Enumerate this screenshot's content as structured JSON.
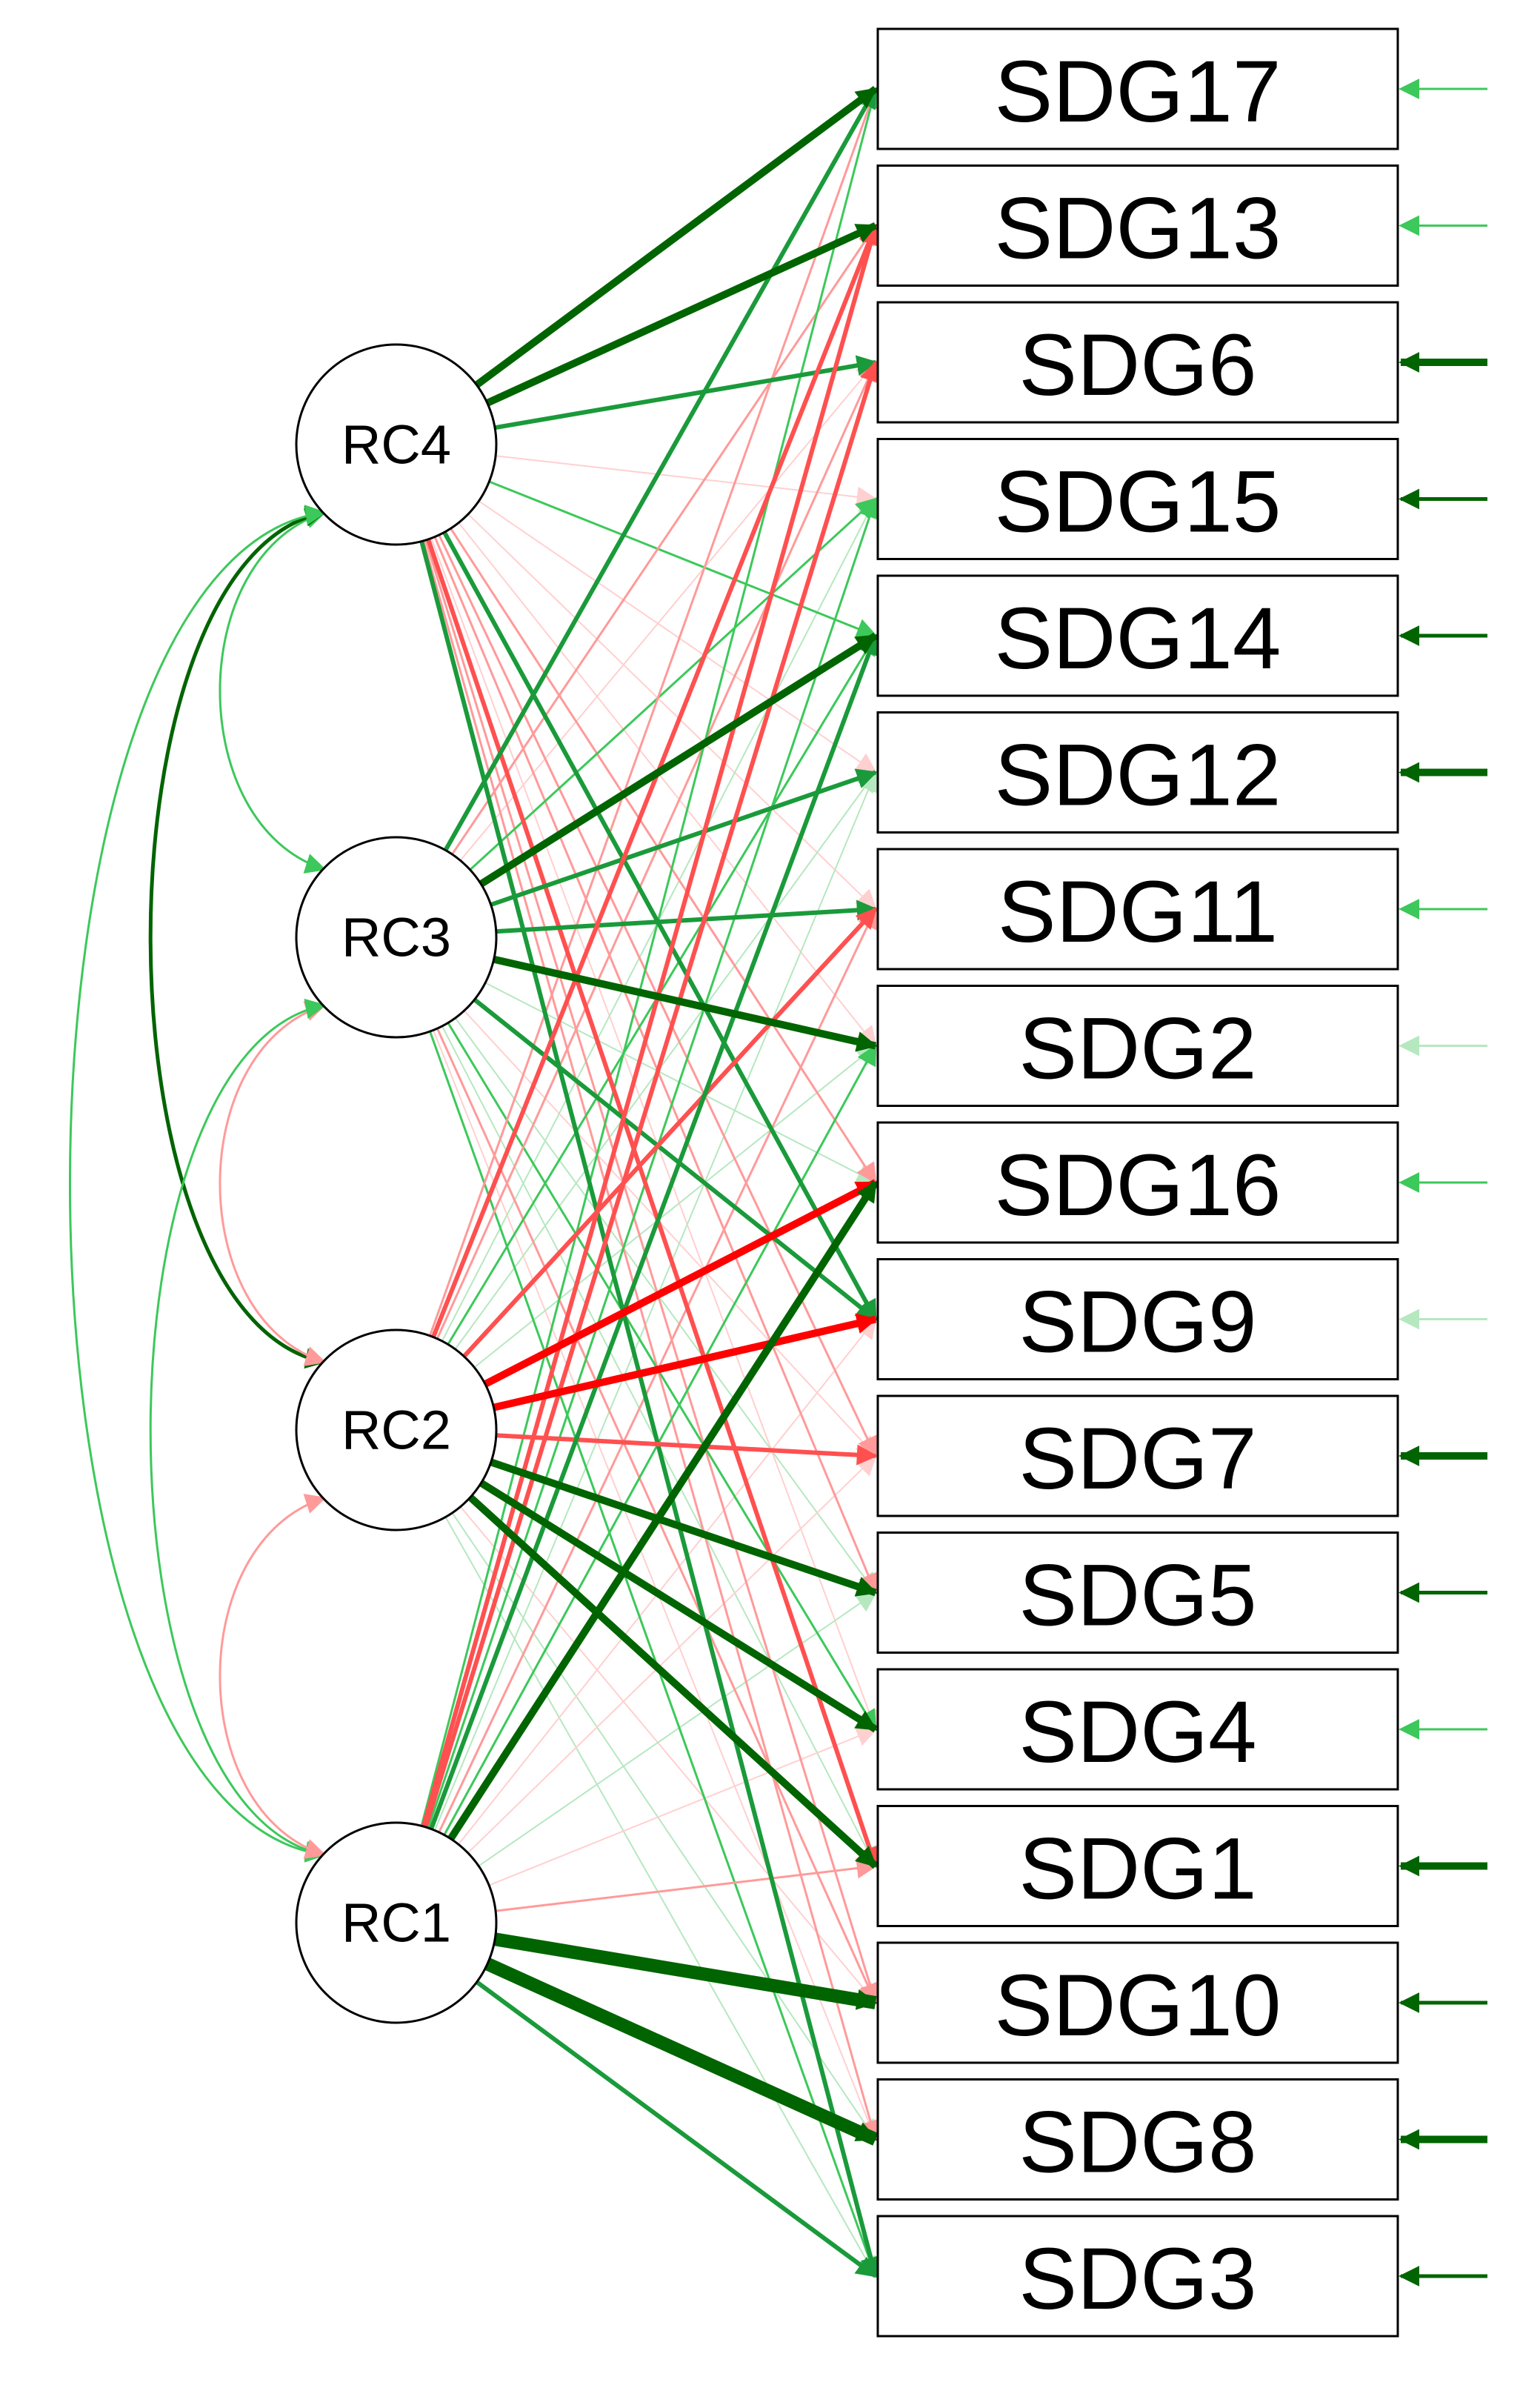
{
  "factors": [
    {
      "id": "RC4",
      "label": "RC4"
    },
    {
      "id": "RC3",
      "label": "RC3"
    },
    {
      "id": "RC2",
      "label": "RC2"
    },
    {
      "id": "RC1",
      "label": "RC1"
    }
  ],
  "indicators": [
    {
      "id": "SDG17",
      "label": "SDG17",
      "residual": "weak"
    },
    {
      "id": "SDG13",
      "label": "SDG13",
      "residual": "weak"
    },
    {
      "id": "SDG6",
      "label": "SDG6",
      "residual": "strong"
    },
    {
      "id": "SDG15",
      "label": "SDG15",
      "residual": "medium"
    },
    {
      "id": "SDG14",
      "label": "SDG14",
      "residual": "medium"
    },
    {
      "id": "SDG12",
      "label": "SDG12",
      "residual": "strong"
    },
    {
      "id": "SDG11",
      "label": "SDG11",
      "residual": "weak"
    },
    {
      "id": "SDG2",
      "label": "SDG2",
      "residual": "faint"
    },
    {
      "id": "SDG16",
      "label": "SDG16",
      "residual": "weak"
    },
    {
      "id": "SDG9",
      "label": "SDG9",
      "residual": "faint"
    },
    {
      "id": "SDG7",
      "label": "SDG7",
      "residual": "strong"
    },
    {
      "id": "SDG5",
      "label": "SDG5",
      "residual": "medium"
    },
    {
      "id": "SDG4",
      "label": "SDG4",
      "residual": "weak"
    },
    {
      "id": "SDG1",
      "label": "SDG1",
      "residual": "strong"
    },
    {
      "id": "SDG10",
      "label": "SDG10",
      "residual": "medium"
    },
    {
      "id": "SDG8",
      "label": "SDG8",
      "residual": "strong"
    },
    {
      "id": "SDG3",
      "label": "SDG3",
      "residual": "medium"
    }
  ],
  "colors": {
    "positive_strong": "#006400",
    "positive_medium": "#1a9a3a",
    "positive_weak": "#3cc85a",
    "positive_faint": "#b6e8c0",
    "negative_strong": "#ff0000",
    "negative_medium": "#ff5050",
    "negative_weak": "#ff9a9a",
    "negative_faint": "#ffd0d0",
    "node_border": "#000000",
    "node_fill": "#ffffff"
  },
  "loadings": [
    {
      "from": "RC4",
      "to": "SDG17",
      "strength": "strong",
      "sign": "positive"
    },
    {
      "from": "RC4",
      "to": "SDG13",
      "strength": "strong",
      "sign": "positive"
    },
    {
      "from": "RC4",
      "to": "SDG6",
      "strength": "medium",
      "sign": "positive"
    },
    {
      "from": "RC4",
      "to": "SDG15",
      "strength": "faint",
      "sign": "negative"
    },
    {
      "from": "RC4",
      "to": "SDG14",
      "strength": "weak",
      "sign": "positive"
    },
    {
      "from": "RC4",
      "to": "SDG12",
      "strength": "faint",
      "sign": "negative"
    },
    {
      "from": "RC4",
      "to": "SDG11",
      "strength": "faint",
      "sign": "negative"
    },
    {
      "from": "RC4",
      "to": "SDG2",
      "strength": "faint",
      "sign": "negative"
    },
    {
      "from": "RC4",
      "to": "SDG16",
      "strength": "weak",
      "sign": "negative"
    },
    {
      "from": "RC4",
      "to": "SDG9",
      "strength": "medium",
      "sign": "positive"
    },
    {
      "from": "RC4",
      "to": "SDG7",
      "strength": "weak",
      "sign": "negative"
    },
    {
      "from": "RC4",
      "to": "SDG5",
      "strength": "weak",
      "sign": "negative"
    },
    {
      "from": "RC4",
      "to": "SDG4",
      "strength": "faint",
      "sign": "negative"
    },
    {
      "from": "RC4",
      "to": "SDG1",
      "strength": "medium",
      "sign": "negative"
    },
    {
      "from": "RC4",
      "to": "SDG10",
      "strength": "weak",
      "sign": "negative"
    },
    {
      "from": "RC4",
      "to": "SDG8",
      "strength": "weak",
      "sign": "negative"
    },
    {
      "from": "RC4",
      "to": "SDG3",
      "strength": "medium",
      "sign": "positive"
    },
    {
      "from": "RC3",
      "to": "SDG17",
      "strength": "medium",
      "sign": "positive"
    },
    {
      "from": "RC3",
      "to": "SDG13",
      "strength": "weak",
      "sign": "negative"
    },
    {
      "from": "RC3",
      "to": "SDG6",
      "strength": "faint",
      "sign": "negative"
    },
    {
      "from": "RC3",
      "to": "SDG15",
      "strength": "weak",
      "sign": "positive"
    },
    {
      "from": "RC3",
      "to": "SDG14",
      "strength": "strong",
      "sign": "positive"
    },
    {
      "from": "RC3",
      "to": "SDG12",
      "strength": "medium",
      "sign": "positive"
    },
    {
      "from": "RC3",
      "to": "SDG11",
      "strength": "medium",
      "sign": "positive"
    },
    {
      "from": "RC3",
      "to": "SDG2",
      "strength": "strong",
      "sign": "positive"
    },
    {
      "from": "RC3",
      "to": "SDG16",
      "strength": "faint",
      "sign": "positive"
    },
    {
      "from": "RC3",
      "to": "SDG9",
      "strength": "medium",
      "sign": "positive"
    },
    {
      "from": "RC3",
      "to": "SDG7",
      "strength": "faint",
      "sign": "negative"
    },
    {
      "from": "RC3",
      "to": "SDG5",
      "strength": "faint",
      "sign": "positive"
    },
    {
      "from": "RC3",
      "to": "SDG4",
      "strength": "weak",
      "sign": "positive"
    },
    {
      "from": "RC3",
      "to": "SDG1",
      "strength": "faint",
      "sign": "positive"
    },
    {
      "from": "RC3",
      "to": "SDG10",
      "strength": "weak",
      "sign": "negative"
    },
    {
      "from": "RC3",
      "to": "SDG8",
      "strength": "faint",
      "sign": "negative"
    },
    {
      "from": "RC3",
      "to": "SDG3",
      "strength": "weak",
      "sign": "positive"
    },
    {
      "from": "RC2",
      "to": "SDG17",
      "strength": "weak",
      "sign": "negative"
    },
    {
      "from": "RC2",
      "to": "SDG13",
      "strength": "medium",
      "sign": "negative"
    },
    {
      "from": "RC2",
      "to": "SDG6",
      "strength": "weak",
      "sign": "negative"
    },
    {
      "from": "RC2",
      "to": "SDG15",
      "strength": "faint",
      "sign": "positive"
    },
    {
      "from": "RC2",
      "to": "SDG14",
      "strength": "weak",
      "sign": "positive"
    },
    {
      "from": "RC2",
      "to": "SDG12",
      "strength": "faint",
      "sign": "positive"
    },
    {
      "from": "RC2",
      "to": "SDG11",
      "strength": "medium",
      "sign": "negative"
    },
    {
      "from": "RC2",
      "to": "SDG2",
      "strength": "faint",
      "sign": "positive"
    },
    {
      "from": "RC2",
      "to": "SDG16",
      "strength": "strong",
      "sign": "negative"
    },
    {
      "from": "RC2",
      "to": "SDG9",
      "strength": "strong",
      "sign": "negative"
    },
    {
      "from": "RC2",
      "to": "SDG7",
      "strength": "medium",
      "sign": "negative"
    },
    {
      "from": "RC2",
      "to": "SDG5",
      "strength": "strong",
      "sign": "positive"
    },
    {
      "from": "RC2",
      "to": "SDG4",
      "strength": "strong",
      "sign": "positive"
    },
    {
      "from": "RC2",
      "to": "SDG1",
      "strength": "strong",
      "sign": "positive"
    },
    {
      "from": "RC2",
      "to": "SDG10",
      "strength": "faint",
      "sign": "negative"
    },
    {
      "from": "RC2",
      "to": "SDG8",
      "strength": "faint",
      "sign": "positive"
    },
    {
      "from": "RC2",
      "to": "SDG3",
      "strength": "faint",
      "sign": "positive"
    },
    {
      "from": "RC1",
      "to": "SDG17",
      "strength": "weak",
      "sign": "positive"
    },
    {
      "from": "RC1",
      "to": "SDG13",
      "strength": "medium",
      "sign": "negative"
    },
    {
      "from": "RC1",
      "to": "SDG6",
      "strength": "medium",
      "sign": "negative"
    },
    {
      "from": "RC1",
      "to": "SDG15",
      "strength": "weak",
      "sign": "positive"
    },
    {
      "from": "RC1",
      "to": "SDG14",
      "strength": "medium",
      "sign": "positive"
    },
    {
      "from": "RC1",
      "to": "SDG12",
      "strength": "faint",
      "sign": "positive"
    },
    {
      "from": "RC1",
      "to": "SDG11",
      "strength": "weak",
      "sign": "negative"
    },
    {
      "from": "RC1",
      "to": "SDG2",
      "strength": "weak",
      "sign": "positive"
    },
    {
      "from": "RC1",
      "to": "SDG16",
      "strength": "strong",
      "sign": "positive"
    },
    {
      "from": "RC1",
      "to": "SDG9",
      "strength": "faint",
      "sign": "negative"
    },
    {
      "from": "RC1",
      "to": "SDG7",
      "strength": "faint",
      "sign": "negative"
    },
    {
      "from": "RC1",
      "to": "SDG5",
      "strength": "faint",
      "sign": "positive"
    },
    {
      "from": "RC1",
      "to": "SDG4",
      "strength": "faint",
      "sign": "negative"
    },
    {
      "from": "RC1",
      "to": "SDG1",
      "strength": "weak",
      "sign": "negative"
    },
    {
      "from": "RC1",
      "to": "SDG10",
      "strength": "xstrong",
      "sign": "positive"
    },
    {
      "from": "RC1",
      "to": "SDG8",
      "strength": "xstrong",
      "sign": "positive"
    },
    {
      "from": "RC1",
      "to": "SDG3",
      "strength": "medium",
      "sign": "positive"
    }
  ],
  "correlations": [
    {
      "a": "RC4",
      "b": "RC3",
      "strength": "weak",
      "sign": "positive"
    },
    {
      "a": "RC4",
      "b": "RC2",
      "strength": "strong",
      "sign": "positive"
    },
    {
      "a": "RC4",
      "b": "RC1",
      "strength": "weak",
      "sign": "positive"
    },
    {
      "a": "RC3",
      "b": "RC2",
      "strength": "weak",
      "sign": "negative"
    },
    {
      "a": "RC3",
      "b": "RC1",
      "strength": "weak",
      "sign": "positive"
    },
    {
      "a": "RC2",
      "b": "RC1",
      "strength": "weak",
      "sign": "negative"
    }
  ]
}
